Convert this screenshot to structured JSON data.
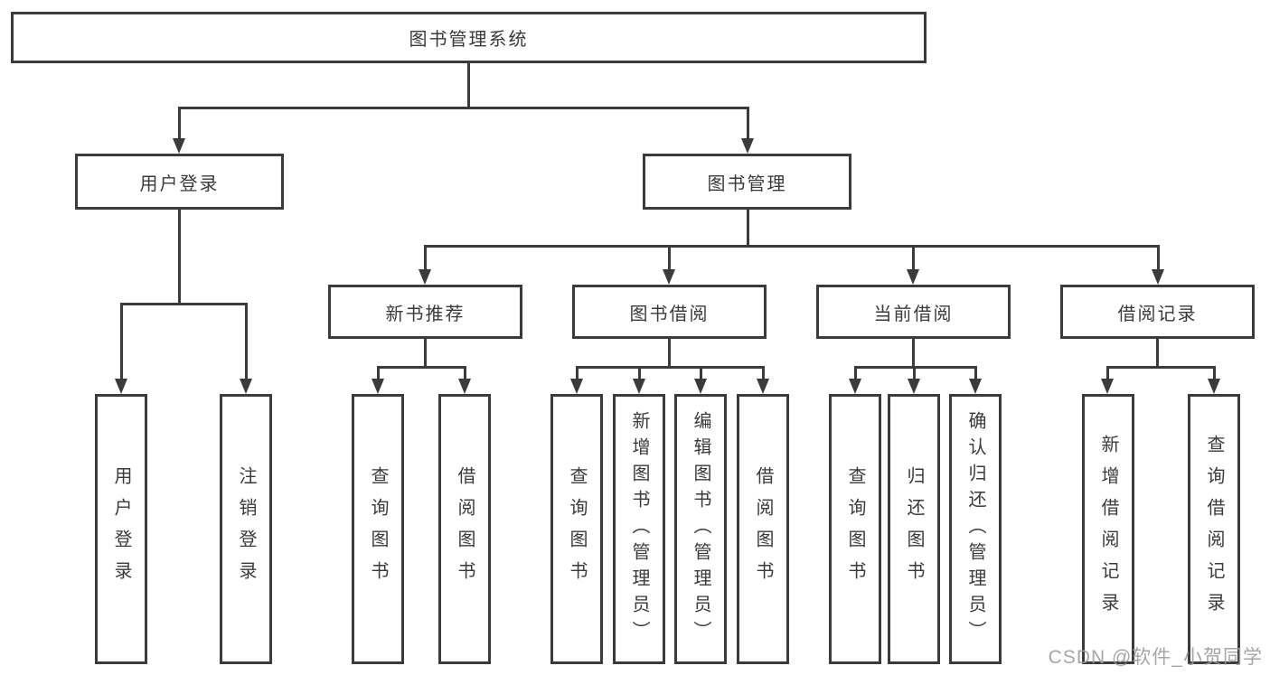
{
  "watermark": "CSDN @软件_小贺同学",
  "colors": {
    "line": "#3b3b3b",
    "text": "#3a3a3a",
    "box_background": "#ffffff",
    "watermark": "#9e9e9e"
  },
  "nodes": {
    "root": {
      "label": "图书管理系统"
    },
    "user_login": {
      "label": "用户登录"
    },
    "book_mgmt": {
      "label": "图书管理"
    },
    "new_book_rec": {
      "label": "新书推荐"
    },
    "book_borrow": {
      "label": "图书借阅"
    },
    "current_borrow": {
      "label": "当前借阅"
    },
    "borrow_record": {
      "label": "借阅记录"
    },
    "leaf_user_login": {
      "label": "用户登录"
    },
    "leaf_logout": {
      "label": "注销登录"
    },
    "leaf_nb_query": {
      "label": "查询图书"
    },
    "leaf_nb_borrow": {
      "label": "借阅图书"
    },
    "leaf_bb_query": {
      "label": "查询图书"
    },
    "leaf_bb_add": {
      "label": "新增图书（管理员）"
    },
    "leaf_bb_edit": {
      "label": "编辑图书（管理员）"
    },
    "leaf_bb_borrow": {
      "label": "借阅图书"
    },
    "leaf_cb_query": {
      "label": "查询图书"
    },
    "leaf_cb_return": {
      "label": "归还图书"
    },
    "leaf_cb_confirm": {
      "label": "确认归还（管理员）"
    },
    "leaf_br_add": {
      "label": "新增借阅记录"
    },
    "leaf_br_query": {
      "label": "查询借阅记录"
    }
  },
  "hierarchy": {
    "图书管理系统": {
      "用户登录": [
        "用户登录",
        "注销登录"
      ],
      "图书管理": {
        "新书推荐": [
          "查询图书",
          "借阅图书"
        ],
        "图书借阅": [
          "查询图书",
          "新增图书（管理员）",
          "编辑图书（管理员）",
          "借阅图书"
        ],
        "当前借阅": [
          "查询图书",
          "归还图书",
          "确认归还（管理员）"
        ],
        "借阅记录": [
          "新增借阅记录",
          "查询借阅记录"
        ]
      }
    }
  }
}
